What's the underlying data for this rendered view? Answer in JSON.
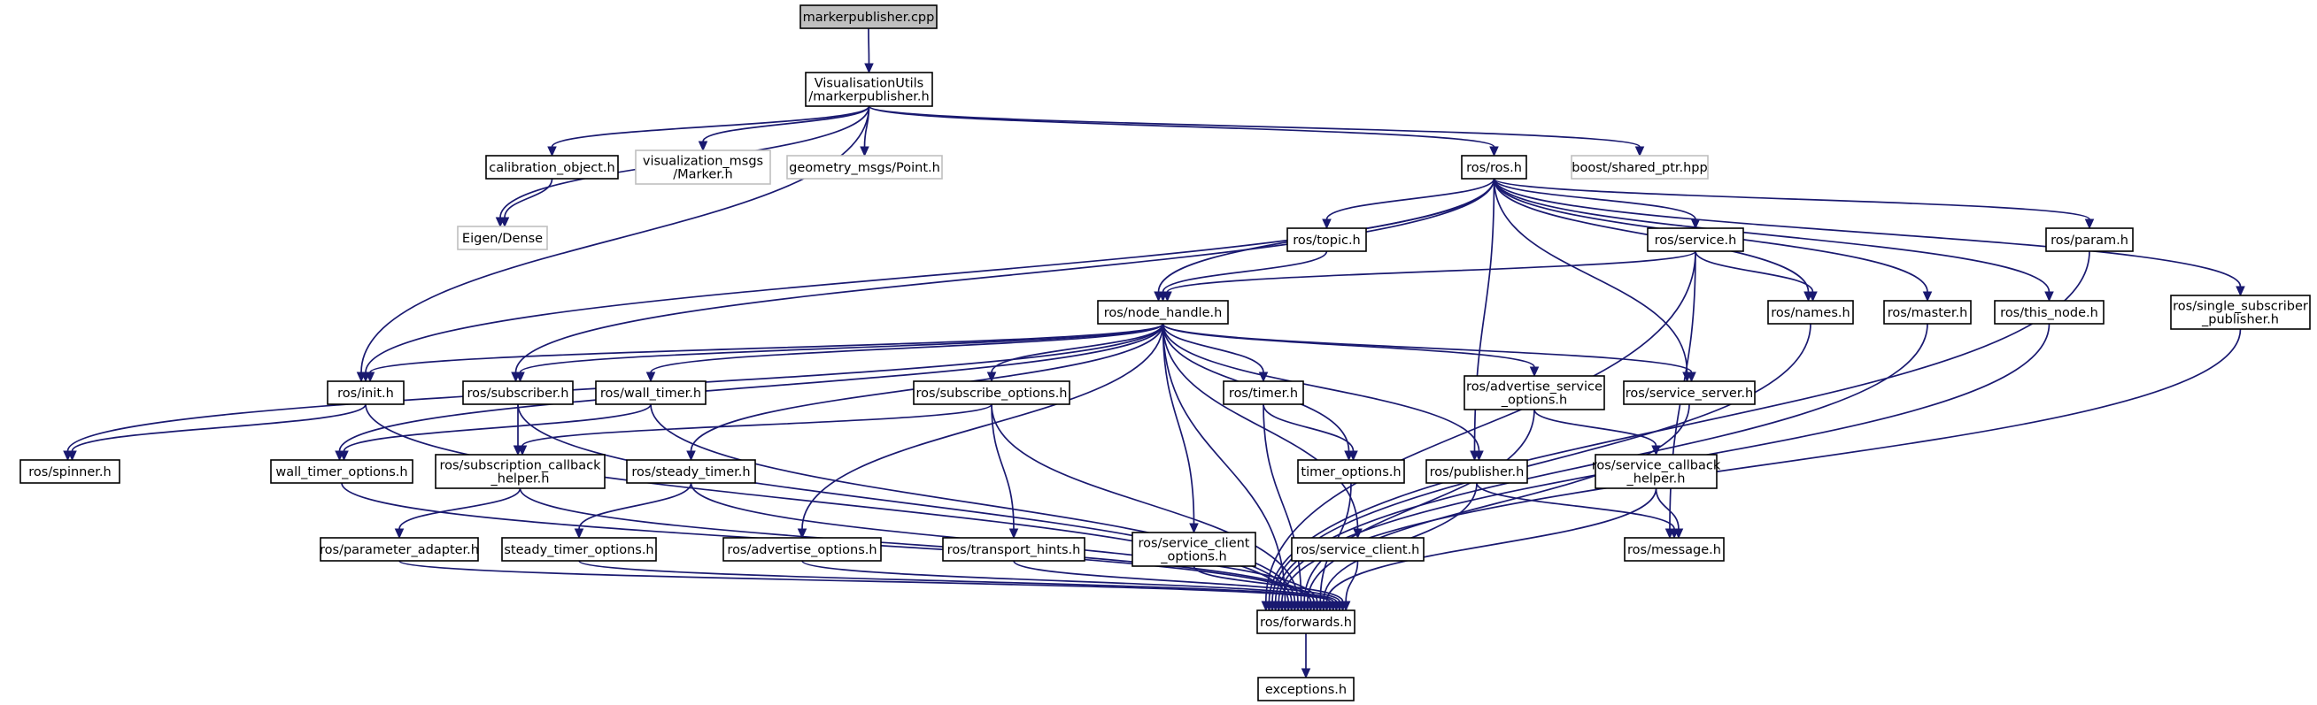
{
  "diagram": {
    "title": "",
    "colors": {
      "edge": "#191970",
      "node_border": "#000000",
      "external_border": "#bfbfbf",
      "root_fill": "#bfbfbf",
      "node_fill": "#ffffff"
    },
    "nodes": [
      {
        "id": "mp_cpp",
        "lines": [
          "markerpublisher.cpp"
        ],
        "kind": "root"
      },
      {
        "id": "vu_mp_h",
        "lines": [
          "VisualisationUtils",
          "/markerpublisher.h"
        ],
        "kind": "normal"
      },
      {
        "id": "calib",
        "lines": [
          "calibration_object.h"
        ],
        "kind": "normal"
      },
      {
        "id": "viz_marker",
        "lines": [
          "visualization_msgs",
          "/Marker.h"
        ],
        "kind": "external"
      },
      {
        "id": "geo_point",
        "lines": [
          "geometry_msgs/Point.h"
        ],
        "kind": "external"
      },
      {
        "id": "ros_h",
        "lines": [
          "ros/ros.h"
        ],
        "kind": "normal"
      },
      {
        "id": "boost_sp",
        "lines": [
          "boost/shared_ptr.hpp"
        ],
        "kind": "external"
      },
      {
        "id": "eigen",
        "lines": [
          "Eigen/Dense"
        ],
        "kind": "external"
      },
      {
        "id": "topic",
        "lines": [
          "ros/topic.h"
        ],
        "kind": "normal"
      },
      {
        "id": "service",
        "lines": [
          "ros/service.h"
        ],
        "kind": "normal"
      },
      {
        "id": "param",
        "lines": [
          "ros/param.h"
        ],
        "kind": "normal"
      },
      {
        "id": "node_handle",
        "lines": [
          "ros/node_handle.h"
        ],
        "kind": "normal"
      },
      {
        "id": "names",
        "lines": [
          "ros/names.h"
        ],
        "kind": "normal"
      },
      {
        "id": "master",
        "lines": [
          "ros/master.h"
        ],
        "kind": "normal"
      },
      {
        "id": "this_node",
        "lines": [
          "ros/this_node.h"
        ],
        "kind": "normal"
      },
      {
        "id": "ssp",
        "lines": [
          "ros/single_subscriber",
          "_publisher.h"
        ],
        "kind": "normal"
      },
      {
        "id": "init",
        "lines": [
          "ros/init.h"
        ],
        "kind": "normal"
      },
      {
        "id": "subscriber",
        "lines": [
          "ros/subscriber.h"
        ],
        "kind": "normal"
      },
      {
        "id": "wall_timer",
        "lines": [
          "ros/wall_timer.h"
        ],
        "kind": "normal"
      },
      {
        "id": "sub_opts",
        "lines": [
          "ros/subscribe_options.h"
        ],
        "kind": "normal"
      },
      {
        "id": "timer",
        "lines": [
          "ros/timer.h"
        ],
        "kind": "normal"
      },
      {
        "id": "adv_srv_opts",
        "lines": [
          "ros/advertise_service",
          "_options.h"
        ],
        "kind": "normal"
      },
      {
        "id": "srv_server",
        "lines": [
          "ros/service_server.h"
        ],
        "kind": "normal"
      },
      {
        "id": "spinner",
        "lines": [
          "ros/spinner.h"
        ],
        "kind": "normal"
      },
      {
        "id": "wall_timer_opts",
        "lines": [
          "wall_timer_options.h"
        ],
        "kind": "normal"
      },
      {
        "id": "sub_cb_helper",
        "lines": [
          "ros/subscription_callback",
          "_helper.h"
        ],
        "kind": "normal"
      },
      {
        "id": "steady_timer",
        "lines": [
          "ros/steady_timer.h"
        ],
        "kind": "normal"
      },
      {
        "id": "timer_opts",
        "lines": [
          "timer_options.h"
        ],
        "kind": "normal"
      },
      {
        "id": "publisher",
        "lines": [
          "ros/publisher.h"
        ],
        "kind": "normal"
      },
      {
        "id": "srv_cb_helper",
        "lines": [
          "ros/service_callback",
          "_helper.h"
        ],
        "kind": "normal"
      },
      {
        "id": "param_adapter",
        "lines": [
          "ros/parameter_adapter.h"
        ],
        "kind": "normal"
      },
      {
        "id": "steady_timer_opts",
        "lines": [
          "steady_timer_options.h"
        ],
        "kind": "normal"
      },
      {
        "id": "adv_opts",
        "lines": [
          "ros/advertise_options.h"
        ],
        "kind": "normal"
      },
      {
        "id": "transport_hints",
        "lines": [
          "ros/transport_hints.h"
        ],
        "kind": "normal"
      },
      {
        "id": "srv_client_opts",
        "lines": [
          "ros/service_client",
          "_options.h"
        ],
        "kind": "normal"
      },
      {
        "id": "srv_client",
        "lines": [
          "ros/service_client.h"
        ],
        "kind": "normal"
      },
      {
        "id": "message",
        "lines": [
          "ros/message.h"
        ],
        "kind": "normal"
      },
      {
        "id": "forwards",
        "lines": [
          "ros/forwards.h"
        ],
        "kind": "normal"
      },
      {
        "id": "exceptions",
        "lines": [
          "exceptions.h"
        ],
        "kind": "normal"
      }
    ],
    "edges": [
      [
        "mp_cpp",
        "vu_mp_h"
      ],
      [
        "vu_mp_h",
        "calib"
      ],
      [
        "vu_mp_h",
        "viz_marker"
      ],
      [
        "vu_mp_h",
        "geo_point"
      ],
      [
        "vu_mp_h",
        "ros_h"
      ],
      [
        "vu_mp_h",
        "boost_sp"
      ],
      [
        "vu_mp_h",
        "eigen"
      ],
      [
        "vu_mp_h",
        "init"
      ],
      [
        "calib",
        "eigen"
      ],
      [
        "ros_h",
        "topic"
      ],
      [
        "ros_h",
        "service"
      ],
      [
        "ros_h",
        "param"
      ],
      [
        "ros_h",
        "node_handle"
      ],
      [
        "ros_h",
        "names"
      ],
      [
        "ros_h",
        "master"
      ],
      [
        "ros_h",
        "this_node"
      ],
      [
        "ros_h",
        "ssp"
      ],
      [
        "ros_h",
        "init"
      ],
      [
        "ros_h",
        "subscriber"
      ],
      [
        "ros_h",
        "publisher"
      ],
      [
        "ros_h",
        "srv_server"
      ],
      [
        "topic",
        "node_handle"
      ],
      [
        "service",
        "node_handle"
      ],
      [
        "service",
        "names"
      ],
      [
        "service",
        "message"
      ],
      [
        "service",
        "forwards"
      ],
      [
        "param",
        "forwards"
      ],
      [
        "names",
        "forwards"
      ],
      [
        "master",
        "forwards"
      ],
      [
        "this_node",
        "forwards"
      ],
      [
        "ssp",
        "forwards"
      ],
      [
        "node_handle",
        "init"
      ],
      [
        "node_handle",
        "subscriber"
      ],
      [
        "node_handle",
        "wall_timer"
      ],
      [
        "node_handle",
        "sub_opts"
      ],
      [
        "node_handle",
        "timer"
      ],
      [
        "node_handle",
        "adv_srv_opts"
      ],
      [
        "node_handle",
        "srv_server"
      ],
      [
        "node_handle",
        "spinner"
      ],
      [
        "node_handle",
        "wall_timer_opts"
      ],
      [
        "node_handle",
        "steady_timer"
      ],
      [
        "node_handle",
        "timer_opts"
      ],
      [
        "node_handle",
        "publisher"
      ],
      [
        "node_handle",
        "adv_opts"
      ],
      [
        "node_handle",
        "srv_client_opts"
      ],
      [
        "node_handle",
        "srv_client"
      ],
      [
        "node_handle",
        "forwards"
      ],
      [
        "init",
        "spinner"
      ],
      [
        "init",
        "forwards"
      ],
      [
        "subscriber",
        "sub_cb_helper"
      ],
      [
        "subscriber",
        "forwards"
      ],
      [
        "wall_timer",
        "wall_timer_opts"
      ],
      [
        "wall_timer",
        "forwards"
      ],
      [
        "sub_opts",
        "sub_cb_helper"
      ],
      [
        "sub_opts",
        "transport_hints"
      ],
      [
        "sub_opts",
        "forwards"
      ],
      [
        "timer",
        "timer_opts"
      ],
      [
        "timer",
        "forwards"
      ],
      [
        "adv_srv_opts",
        "srv_cb_helper"
      ],
      [
        "adv_srv_opts",
        "forwards"
      ],
      [
        "srv_server",
        "forwards"
      ],
      [
        "wall_timer_opts",
        "forwards"
      ],
      [
        "sub_cb_helper",
        "param_adapter"
      ],
      [
        "sub_cb_helper",
        "forwards"
      ],
      [
        "steady_timer",
        "steady_timer_opts"
      ],
      [
        "steady_timer",
        "forwards"
      ],
      [
        "timer_opts",
        "forwards"
      ],
      [
        "publisher",
        "message"
      ],
      [
        "publisher",
        "forwards"
      ],
      [
        "srv_cb_helper",
        "message"
      ],
      [
        "srv_cb_helper",
        "forwards"
      ],
      [
        "param_adapter",
        "forwards"
      ],
      [
        "steady_timer_opts",
        "forwards"
      ],
      [
        "adv_opts",
        "forwards"
      ],
      [
        "transport_hints",
        "forwards"
      ],
      [
        "srv_client_opts",
        "forwards"
      ],
      [
        "srv_client",
        "forwards"
      ],
      [
        "forwards",
        "exceptions"
      ]
    ]
  }
}
